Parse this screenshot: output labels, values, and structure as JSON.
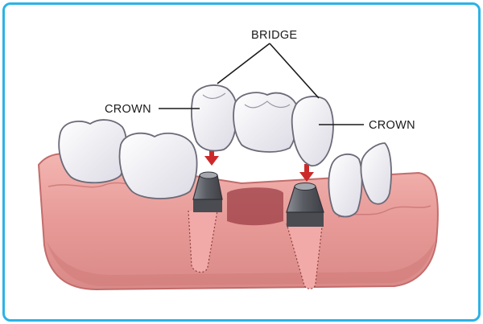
{
  "labels": {
    "bridge": "BRIDGE",
    "crown_left": "CROWN",
    "crown_right": "CROWN"
  },
  "colors": {
    "border": "#2bb3e6",
    "gum": "#e79a97",
    "gum_dark": "#c26d6c",
    "tooth": "#ffffff",
    "tooth_shade": "#e8e6ee",
    "abutment": "#5f6168",
    "arrow": "#cc2a2a"
  }
}
